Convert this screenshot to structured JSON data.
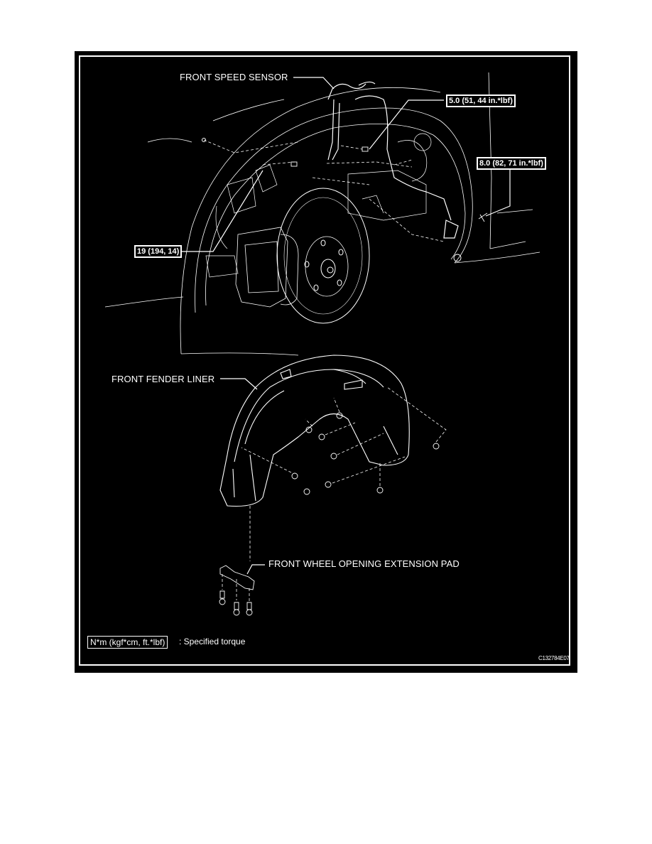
{
  "diagram": {
    "labels": {
      "front_speed_sensor": "FRONT SPEED SENSOR",
      "front_fender_liner": "FRONT FENDER LINER",
      "front_wheel_opening_extension_pad": "FRONT WHEEL OPENING EXTENSION PAD"
    },
    "torque_specs": {
      "sensor_bolt": "5.0 (51, 44 in.*lbf)",
      "liner_clip": "8.0 (82, 71 in.*lbf)",
      "caliper_bolt": "19 (194, 14)"
    },
    "legend": {
      "unit_box": "N*m (kgf*cm, ft.*lbf)",
      "description": ": Specified torque"
    },
    "figure_code": "C132784E07",
    "colors": {
      "background": "#000000",
      "line": "#ffffff",
      "page": "#ffffff"
    }
  }
}
